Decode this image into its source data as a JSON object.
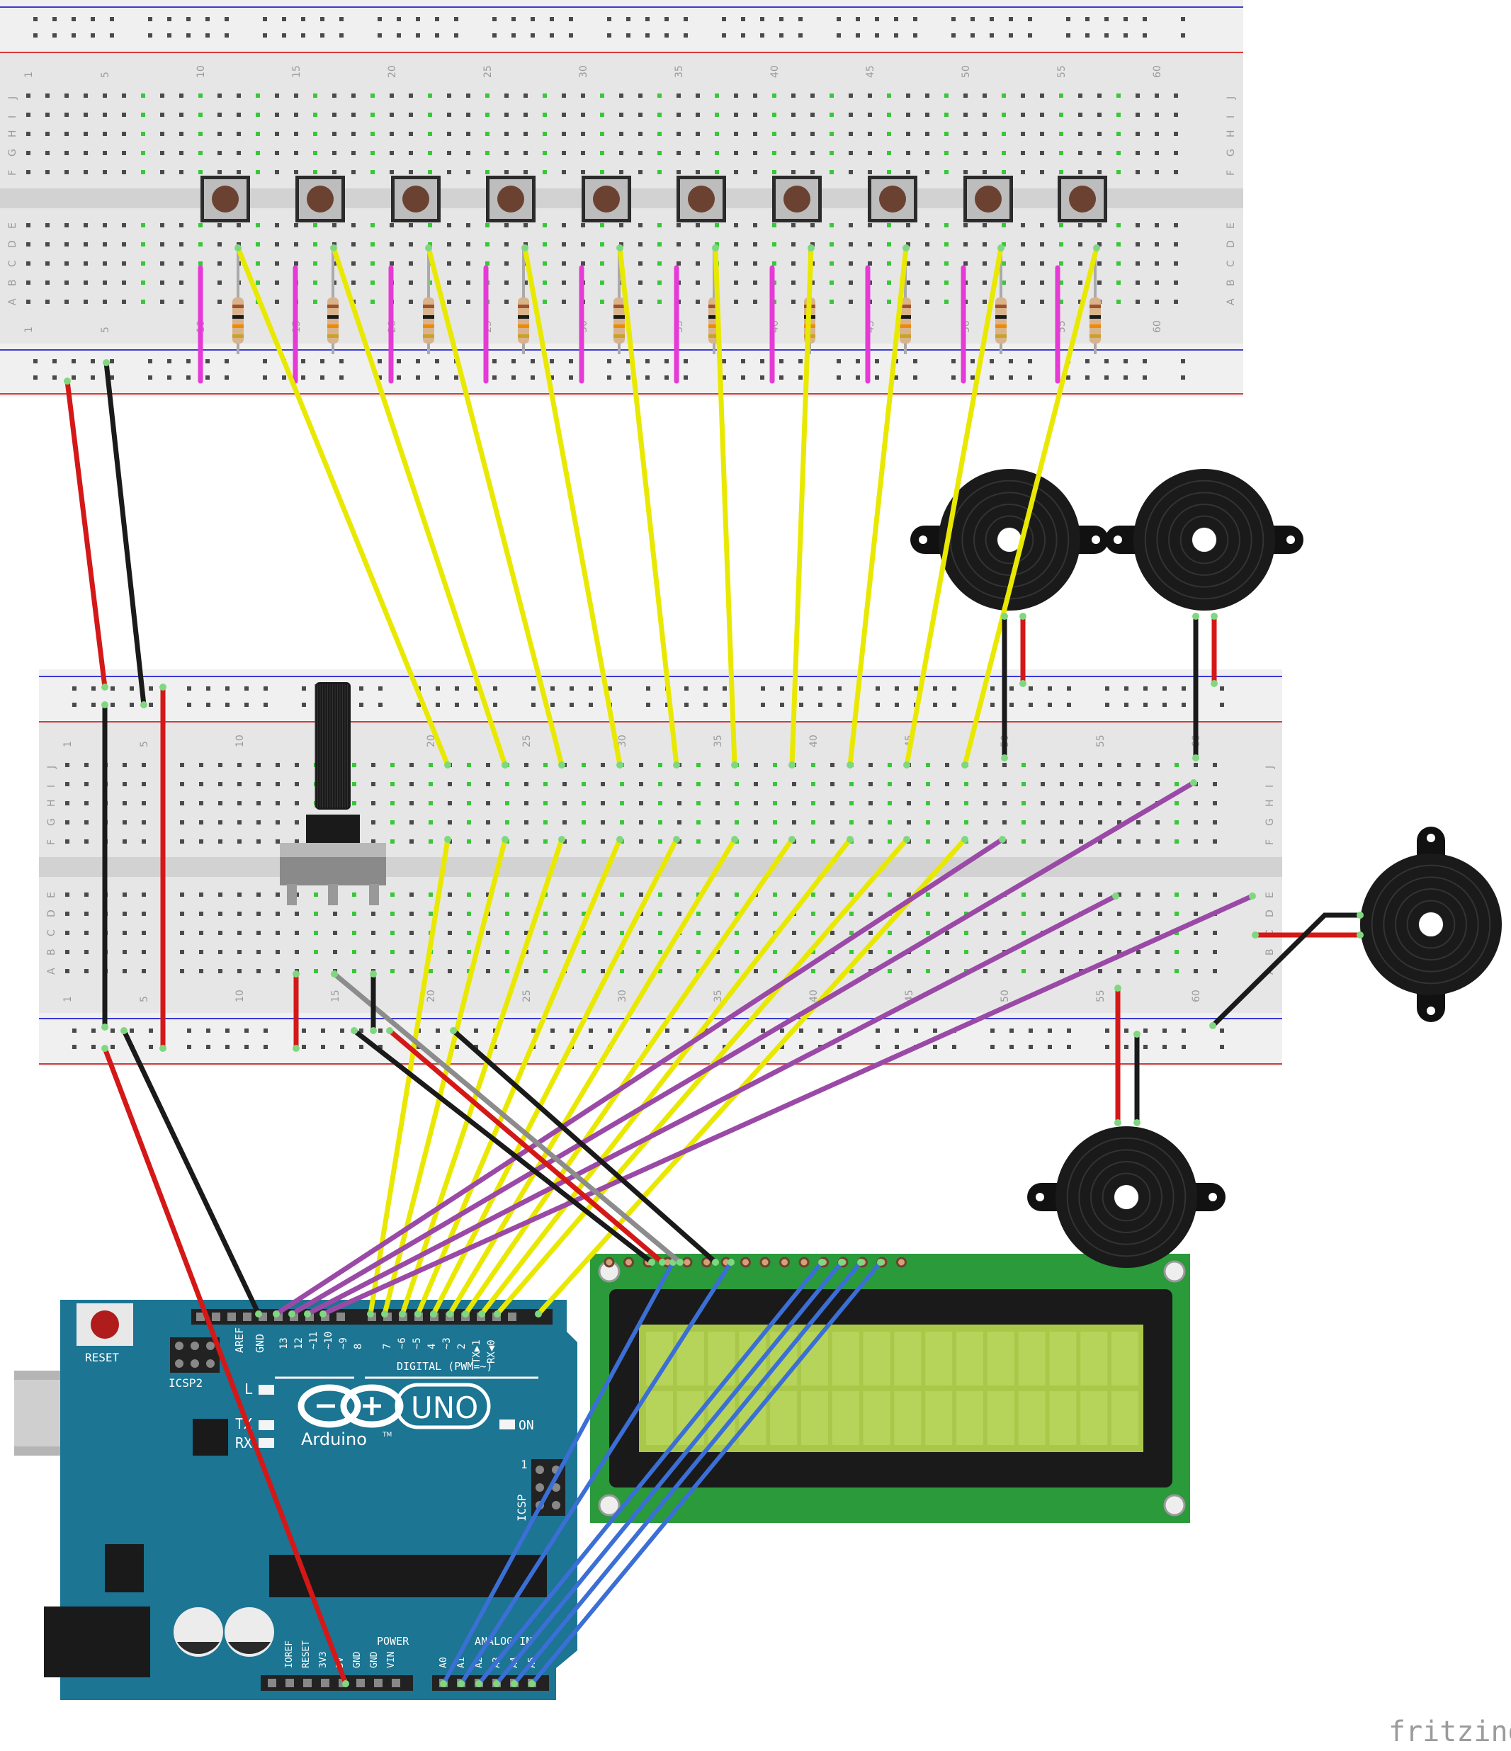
{
  "breadboard": {
    "column_numbers": [
      "1",
      "5",
      "10",
      "15",
      "20",
      "25",
      "30",
      "35",
      "40",
      "45",
      "50",
      "55",
      "60"
    ],
    "row_letters_top": [
      "J",
      "I",
      "H",
      "G",
      "F"
    ],
    "row_letters_bottom": [
      "E",
      "D",
      "C",
      "B",
      "A"
    ]
  },
  "arduino": {
    "reset_label": "RESET",
    "icsp2_label": "ICSP2",
    "icsp_label": "ICSP",
    "aref_label": "AREF",
    "gnd_label": "GND",
    "digital_label": "DIGITAL (PWM=~)",
    "digital_pins": [
      "13",
      "12",
      "~11",
      "~10",
      "~9",
      "8",
      "7",
      "~6",
      "~5",
      "4",
      "~3",
      "2",
      "TX▶1",
      "RX◀0"
    ],
    "l_label": "L",
    "tx_label": "TX",
    "rx_label": "RX",
    "on_label": "ON",
    "logo_text": "Arduino",
    "logo_tm": "TM",
    "uno_text": "UNO",
    "icsp_one": "1",
    "power_label": "POWER",
    "power_pins": [
      "IOREF",
      "RESET",
      "3V3",
      "5V",
      "GND",
      "GND",
      "VIN"
    ],
    "analog_label": "ANALOG IN",
    "analog_pins": [
      "A0",
      "A1",
      "A2",
      "A3",
      "A4",
      "A5"
    ]
  },
  "watermark": "fritzing",
  "colors": {
    "arduino_board": "#1b7593",
    "lcd_board": "#2a9a3a",
    "lcd_screen": "#a9c84a",
    "wire_yellow": "#e9e800",
    "wire_purple": "#9a4aa6",
    "wire_blue": "#3b6fd6",
    "wire_red": "#d41818",
    "wire_black": "#1a1a1a",
    "wire_magenta": "#e53ad6"
  }
}
